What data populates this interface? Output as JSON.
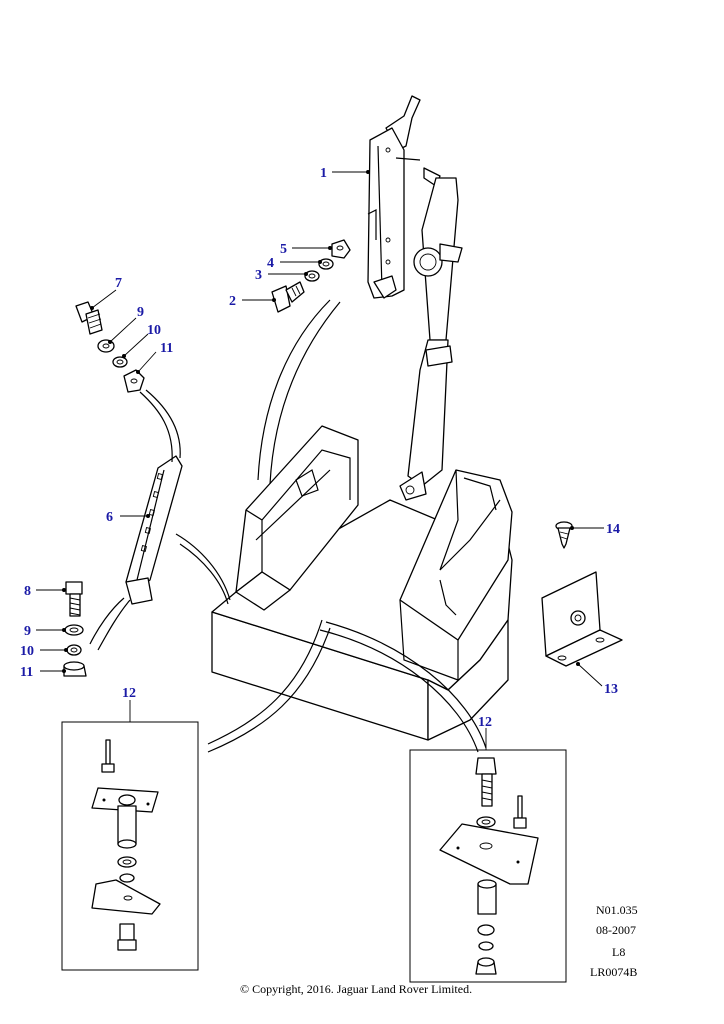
{
  "callouts": [
    {
      "id": "c1",
      "label": "1"
    },
    {
      "id": "c2",
      "label": "2"
    },
    {
      "id": "c3",
      "label": "3"
    },
    {
      "id": "c4",
      "label": "4"
    },
    {
      "id": "c5",
      "label": "5"
    },
    {
      "id": "c6",
      "label": "6"
    },
    {
      "id": "c7",
      "label": "7"
    },
    {
      "id": "c8",
      "label": "8"
    },
    {
      "id": "c9a",
      "label": "9"
    },
    {
      "id": "c9b",
      "label": "9"
    },
    {
      "id": "c10a",
      "label": "10"
    },
    {
      "id": "c10b",
      "label": "10"
    },
    {
      "id": "c11a",
      "label": "11"
    },
    {
      "id": "c11b",
      "label": "11"
    },
    {
      "id": "c12a",
      "label": "12"
    },
    {
      "id": "c12b",
      "label": "12"
    },
    {
      "id": "c13",
      "label": "13"
    },
    {
      "id": "c14",
      "label": "14"
    }
  ],
  "meta": {
    "ref": "N01.035",
    "date": "08-2007",
    "code": "L8",
    "illustration": "LR0074B"
  },
  "copyright": "© Copyright, 2016. Jaguar Land Rover Limited."
}
